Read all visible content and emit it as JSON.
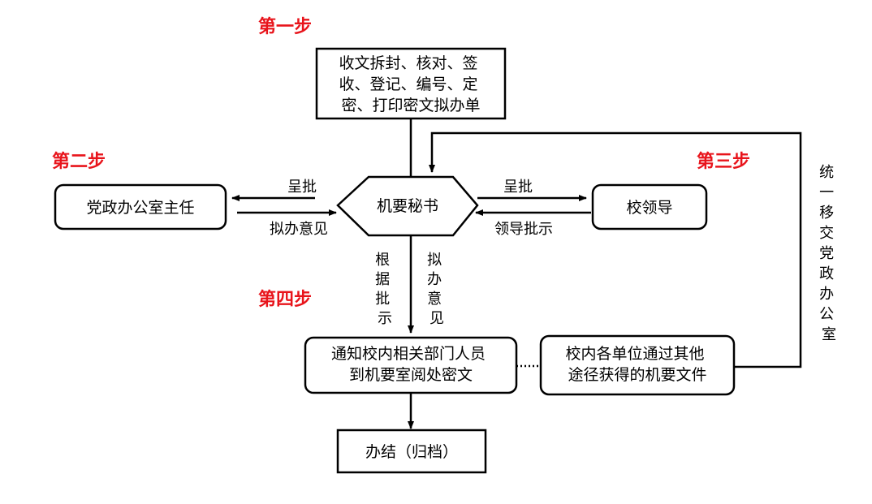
{
  "steps": {
    "step1": "第一步",
    "step2": "第二步",
    "step3": "第三步",
    "step4": "第四步"
  },
  "nodes": {
    "receive": [
      "收文拆封、核对、签",
      "收、登记、编号、定",
      "密、打印密文拟办单"
    ],
    "secretary": "机要秘书",
    "party_office_director": "党政办公室主任",
    "school_leader": "校领导",
    "notify": [
      "通知校内相关部门人员",
      "到机要室阅处密文"
    ],
    "other_units": [
      "校内各单位通过其他",
      "途径获得的机要文件"
    ],
    "archive": "办结（归档）"
  },
  "edges": {
    "submit_left": "呈批",
    "opinion_left": "拟办意见",
    "submit_right": "呈批",
    "leader_instruction": "领导批示",
    "by_instruction": [
      "根",
      "据",
      "批",
      "示"
    ],
    "draft_opinion": [
      "拟",
      "办",
      "意",
      "见"
    ],
    "unified_transfer": [
      "统",
      "一",
      "移",
      "交",
      "党",
      "政",
      "办",
      "公",
      "室"
    ]
  },
  "colors": {
    "step_red": "#e8141b",
    "line": "#000000"
  }
}
